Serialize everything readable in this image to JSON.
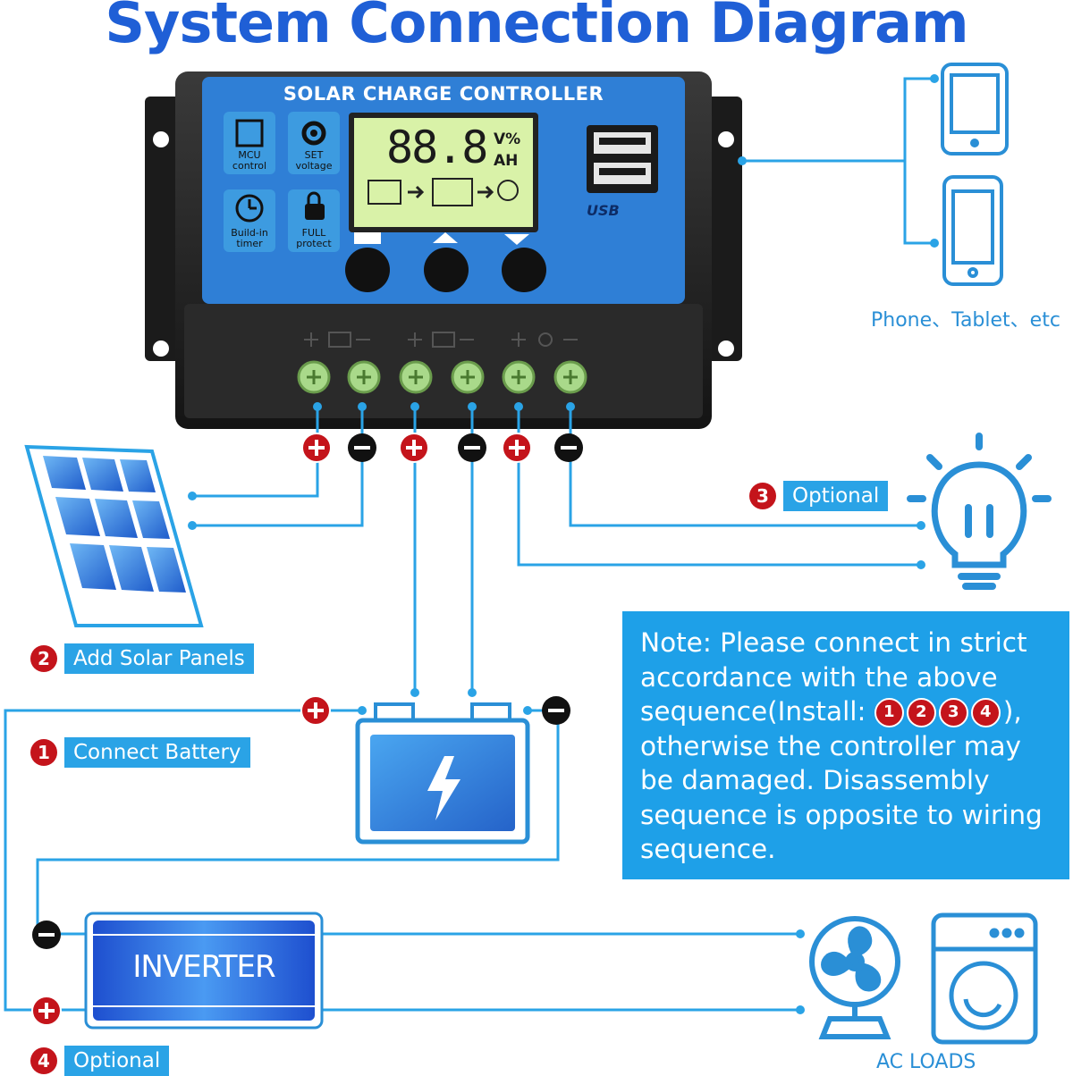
{
  "title": "System Connection Diagram",
  "controller": {
    "title": "SOLAR CHARGE CONTROLLER",
    "lcd_digits": "88.8",
    "lcd_unit_top": "V%",
    "lcd_unit_bottom": "AH",
    "usb_label": "USB",
    "features": [
      {
        "line1": "MCU",
        "line2": "control",
        "icon": "chip-icon"
      },
      {
        "line1": "SET",
        "line2": "voltage",
        "icon": "gear-icon"
      },
      {
        "line1": "Build-in",
        "line2": "timer",
        "icon": "clock-icon"
      },
      {
        "line1": "FULL",
        "line2": "protect",
        "icon": "lock-icon"
      }
    ],
    "terminal_signs": [
      "+",
      "−",
      "+",
      "−",
      "+",
      "−"
    ]
  },
  "devices_label": "Phone、Tablet、etc",
  "steps": [
    {
      "number": "1",
      "text": "Connect Battery"
    },
    {
      "number": "2",
      "text": "Add Solar Panels"
    },
    {
      "number": "3",
      "text": "Optional"
    },
    {
      "number": "4",
      "text": "Optional"
    }
  ],
  "note": {
    "line_a": "Note: Please connect in strict accordance with the above sequence(Install:",
    "seq": [
      "1",
      "2",
      "3",
      "4"
    ],
    "line_b": "), otherwise the controller may be damaged. Disassembly sequence is opposite to wiring sequence."
  },
  "inverter_label": "INVERTER",
  "ac_loads_label": "AC LOADS",
  "colors": {
    "title_blue": "#1f5fd6",
    "wire_blue": "#2aa3e6",
    "step_red": "#c4141b",
    "controller_face": "#2f7fd6",
    "lcd_green": "#d9f2a8"
  }
}
